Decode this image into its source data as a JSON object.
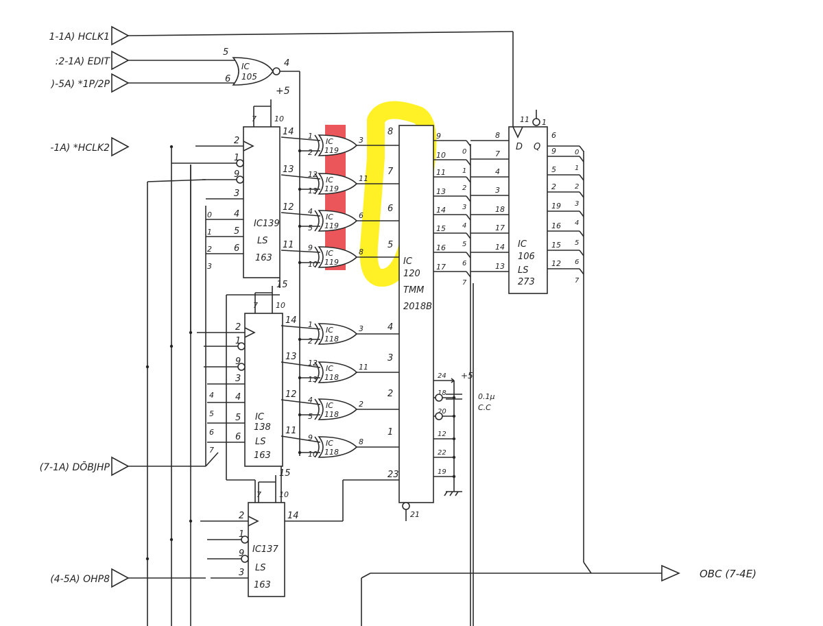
{
  "inputs": [
    {
      "label": "1-1A) HCLK1"
    },
    {
      "label": ":2-1A) EDIT"
    },
    {
      "label": ")-5A) *1P/2P"
    },
    {
      "label": "-1A) *HCLK2"
    },
    {
      "label": "(7-1A) DŌBJHP"
    },
    {
      "label": "(4-5A) OHP8"
    }
  ],
  "ic105": {
    "name": "IC",
    "num": "105",
    "pins": [
      "5",
      "6",
      "4"
    ]
  },
  "power_label": "+5",
  "ic139": {
    "name": "IC139",
    "type": [
      "LS",
      "163"
    ],
    "top_pins": [
      "7",
      "10"
    ],
    "left_pins": [
      "2",
      "1",
      "9",
      "3",
      "4",
      "5",
      "6"
    ],
    "right_pins": [
      "14",
      "13",
      "12",
      "11"
    ],
    "bottom_pin": "15",
    "bus_bits": [
      "0",
      "1",
      "2",
      "3"
    ]
  },
  "ic138": {
    "name": [
      "IC",
      "138"
    ],
    "type": [
      "LS",
      "163"
    ],
    "top_pins": [
      "7",
      "10"
    ],
    "left_pins": [
      "2",
      "1",
      "9",
      "3",
      "4",
      "5",
      "6"
    ],
    "right_pins": [
      "14",
      "13",
      "12",
      "11"
    ],
    "bottom_pin": "15",
    "bus_bits": [
      "4",
      "5",
      "6",
      "7"
    ]
  },
  "ic137": {
    "name": "IC137",
    "type": [
      "LS",
      "163"
    ],
    "top_pins": [
      "7",
      "10"
    ],
    "left_pins": [
      "2",
      "1",
      "9",
      "3"
    ],
    "right_pins": [
      "14"
    ]
  },
  "ic119_gates": [
    {
      "name": "IC",
      "num": "119",
      "in": [
        "1",
        "2"
      ],
      "out": "3"
    },
    {
      "name": "IC",
      "num": "119",
      "in": [
        "12",
        "13"
      ],
      "out": "11"
    },
    {
      "name": "IC",
      "num": "119",
      "in": [
        "4",
        "5"
      ],
      "out": "6"
    },
    {
      "name": "IC",
      "num": "119",
      "in": [
        "9",
        "10"
      ],
      "out": "8"
    }
  ],
  "ic118_gates": [
    {
      "name": "IC",
      "num": "118",
      "in": [
        "1",
        "2"
      ],
      "out": "3"
    },
    {
      "name": "IC",
      "num": "118",
      "in": [
        "12",
        "13"
      ],
      "out": "11"
    },
    {
      "name": "IC",
      "num": "118",
      "in": [
        "4",
        "5"
      ],
      "out": "2"
    },
    {
      "name": "IC",
      "num": "118",
      "in": [
        "9",
        "10"
      ],
      "out": "8"
    }
  ],
  "ic120": {
    "name": [
      "IC",
      "120",
      "TMM",
      "2018B"
    ],
    "left_pins": [
      "8",
      "7",
      "6",
      "5",
      "4",
      "3",
      "2",
      "1",
      "23"
    ],
    "right_pins": [
      "9",
      "10",
      "11",
      "13",
      "14",
      "15",
      "16",
      "17"
    ],
    "power_pins": [
      "24",
      "18",
      "20",
      "12",
      "22",
      "19"
    ],
    "bottom_pin": "21",
    "bus_bits": [
      "0",
      "1",
      "2",
      "3",
      "4",
      "5",
      "6",
      "7"
    ]
  },
  "capacitor": {
    "supply": "+5",
    "value": "0.1μ",
    "type": "C.C"
  },
  "ic106": {
    "name": [
      "IC",
      "106",
      "LS",
      "273"
    ],
    "clock_pin": "11",
    "clear_pin": "1",
    "d_label": "D",
    "q_label": "Q",
    "d_pins": [
      "8",
      "7",
      "4",
      "3",
      "18",
      "17",
      "14",
      "13"
    ],
    "q_pins": [
      "6",
      "9",
      "5",
      "2",
      "19",
      "16",
      "15",
      "12"
    ],
    "bus_bits": [
      "0",
      "1",
      "2",
      "3",
      "4",
      "5",
      "6",
      "7"
    ]
  },
  "output": {
    "label": "OBC (7-4E)"
  },
  "highlights": {
    "red": "#e8383d",
    "yellow": "#ffee00"
  }
}
